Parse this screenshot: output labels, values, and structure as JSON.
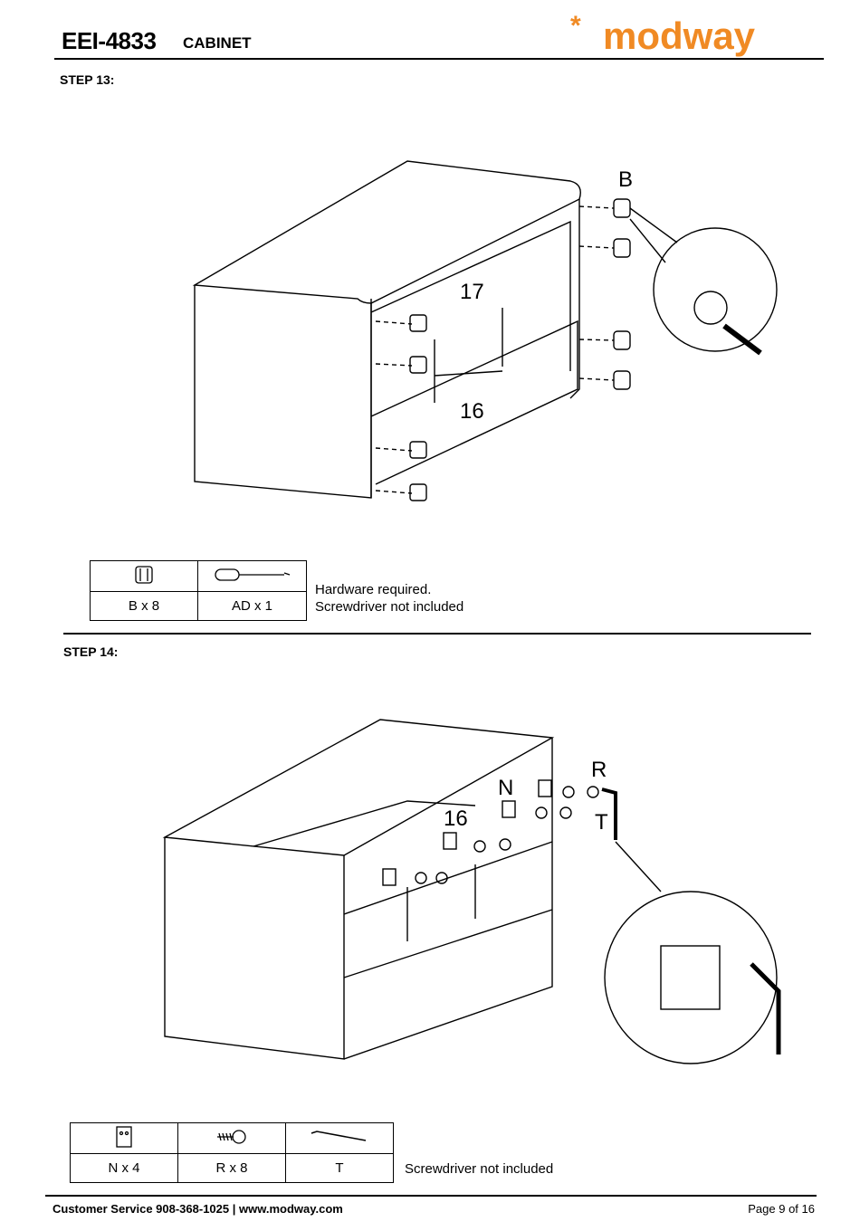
{
  "header": {
    "model": "EEI-4833",
    "product": "CABINET",
    "brand": "modway",
    "brand_color": "#f08a24"
  },
  "step13": {
    "title": "STEP 13:",
    "labels": {
      "part_b": "B",
      "panel_17": "17",
      "panel_16": "16"
    },
    "hardware": [
      {
        "icon": "cam-lock-icon",
        "label": "B x 8"
      },
      {
        "icon": "screwdriver-icon",
        "label": "AD x 1"
      }
    ],
    "note_line1": "Hardware required.",
    "note_line2": "Screwdriver not included"
  },
  "step14": {
    "title": "STEP 14:",
    "labels": {
      "part_n": "N",
      "part_r": "R",
      "part_t": "T",
      "panel_16": "16"
    },
    "hardware": [
      {
        "icon": "bracket-icon",
        "label": "N x 4"
      },
      {
        "icon": "screw-icon",
        "label": "R x 8"
      },
      {
        "icon": "allen-key-icon",
        "label": "T"
      }
    ],
    "note": "Screwdriver not included"
  },
  "footer": {
    "contact": "Customer Service 908-368-1025 | www.modway.com",
    "page": "Page 9 of 16"
  }
}
